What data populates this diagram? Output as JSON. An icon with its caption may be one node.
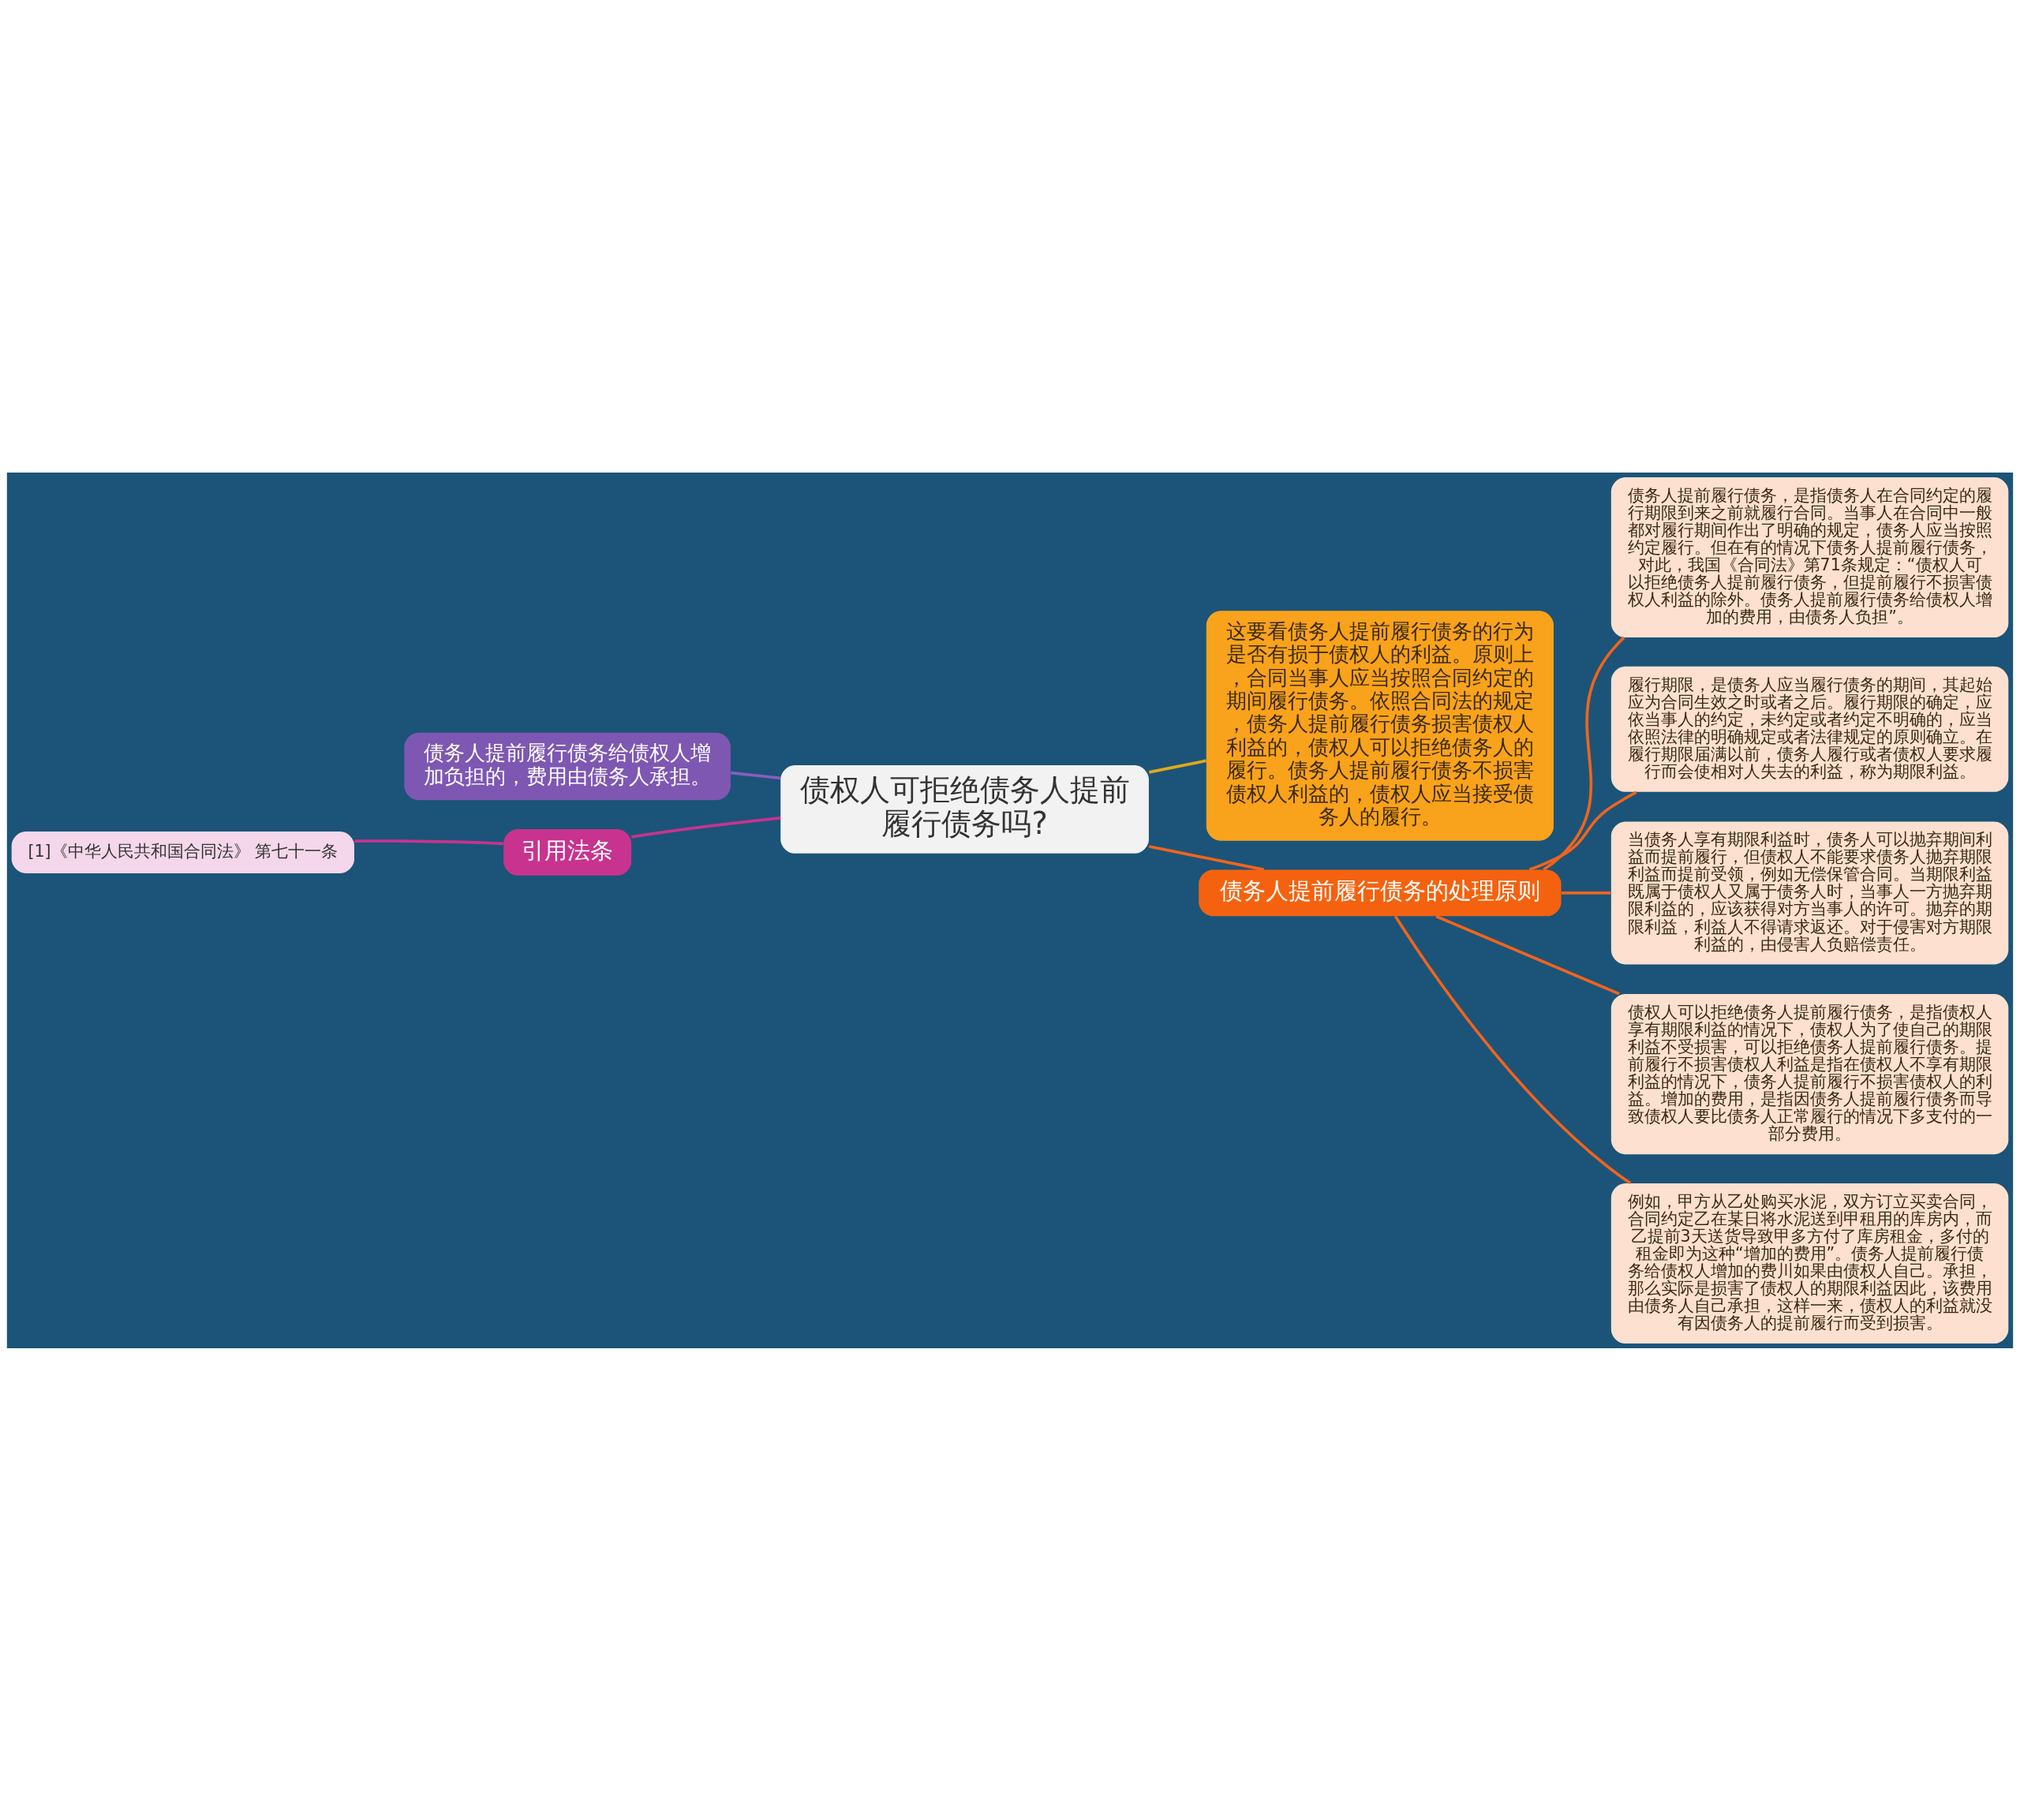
{
  "diagram": {
    "nodes": [
      {
        "text": [
          "债权人可拒绝债务人提前履行债务吗?"
        ]
      },
      {
        "text": [
          "这要看债务人提前履行债务的行为是否有损于债权人的利益。原则上，合同当事人应当按照合同约定的期间履行债务。依照合同法的规定，债务人提前履行债务损害债权人利益的，债权人可以拒绝债务人的履行。债务人提前履行债务不损害债权人利益的，债权人应当接受债务人的履行。"
        ]
      },
      {
        "text": [
          "债务人提前履行债务的处理原则"
        ]
      },
      {
        "text": [
          "债务人提前履行债务，是指债务人在合同约定的履行期限到来之前就履行合同。当事人在合同中一般都对履行期间作出了明确的规定，债务人应当按照约定履行。但在有的情况下债务人提前履行债务，对此，我国《合同法》第71条规定：“债权人可以拒绝债务人提前履行债务，但提前履行不损害债权人利益的除外。债务人提前履行债务给债权人增加的费用，由债务人负担”。"
        ]
      },
      {
        "text": [
          "履行期限，是债务人应当履行债务的期间，其起始应为合同生效之时或者之后。履行期限的确定，应依当事人的约定，未约定或者约定不明确的，应当依照法律的明确规定或者法律规定的原则确立。在履行期限届满以前，债务人履行或者债权人要求履行而会使相对人失去的利益，称为期限利益。"
        ]
      },
      {
        "text": [
          "当债务人享有期限利益时，债务人可以抛弃期间利益而提前履行，但债权人不能要求债务人抛弃期限利益而提前受领，例如无偿保管合同。当期限利益既属于债权人又属于债务人时，当事人一方抛弃期限利益的，应该获得对方当事人的许可。抛弃的期限利益，利益人不得请求返还。对于侵害对方期限利益的，由侵害人负赔偿责任。"
        ]
      },
      {
        "text": [
          "债权人可以拒绝债务人提前履行债务，是指债权人享有期限利益的情况下，债权人为了使自己的期限利益不受损害，可以拒绝债务人提前履行债务。提前履行不损害债权人利益是指在债权人不享有期限利益的情况下，债务人提前履行不损害债权人的利益。增加的费用，是指因债务人提前履行债务而导致债权人要比债务人正常履行的情况下多支付的一部分费用。"
        ]
      },
      {
        "text": [
          "例如，甲方从乙处购买水泥，双方订立买卖合同，合同约定乙在某日将水泥送到甲租用的库房内，而乙提前3天送货导致甲多方付了库房租金，多付的租金即为这种“增加的费用”。债务人提前履行债务给债权人增加的费川如果由债权人自己。承担，那么实际是损害了债权人的期限利益因此，该费用由债务人自己承担，这样一来，债权人的利益就没有因债务人的提前履行而受到损害。"
        ]
      },
      {
        "text": [
          "债务人提前履行债务给债权人增加负担的，费用由债务人承担。"
        ]
      },
      {
        "text": [
          "引用法条"
        ]
      },
      {
        "text": [
          "[1]《中华人民共和国合同法》 第七十一条"
        ]
      }
    ],
    "edges": [
      {
        "from": 0,
        "to": 1,
        "arrow": "none",
        "color": "#e0a91b"
      },
      {
        "from": 0,
        "to": 2,
        "arrow": "none"
      },
      {
        "from": 2,
        "to": 3,
        "arrow": "none"
      },
      {
        "from": 2,
        "to": 4,
        "arrow": "none"
      },
      {
        "from": 2,
        "to": 5,
        "arrow": "none"
      },
      {
        "from": 2,
        "to": 6,
        "arrow": "none"
      },
      {
        "from": 2,
        "to": 7,
        "arrow": "none"
      },
      {
        "from": 0,
        "to": 8,
        "arrow": "none",
        "color": "#8a5cc0"
      },
      {
        "from": 0,
        "to": 9,
        "arrow": "none",
        "color": "#c8338f"
      },
      {
        "from": 9,
        "to": 10,
        "arrow": "none",
        "color": "#c8338f"
      }
    ]
  }
}
